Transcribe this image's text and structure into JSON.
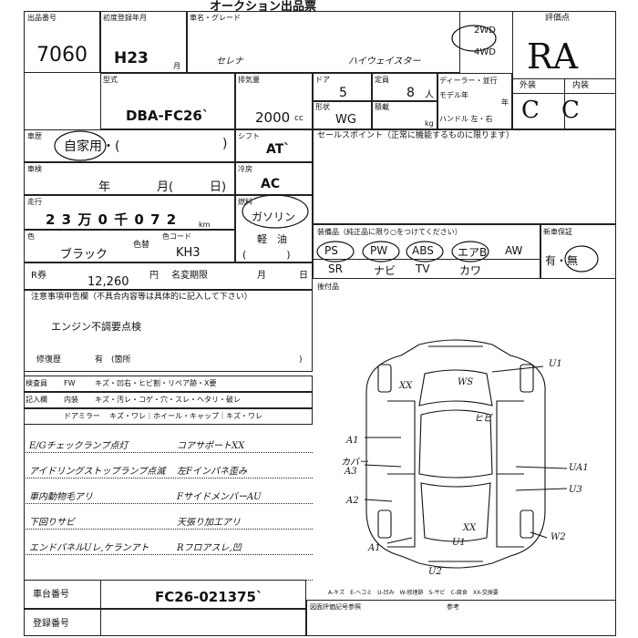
{
  "header": {
    "title_fragment": "オークション出品票"
  },
  "lot": {
    "label": "出品番号",
    "number": "7060"
  },
  "first_reg": {
    "label": "初度登録年月",
    "era_year": "H23",
    "month_unit": "月"
  },
  "model_name": {
    "label": "車名・グレード",
    "name": "セレナ",
    "grade": "ハイウェイスター"
  },
  "drive": {
    "two": "2WD",
    "four": "4WD"
  },
  "grade_box": {
    "label": "評価点",
    "score": "RA",
    "ext_label": "外装",
    "int_label": "内装",
    "ext": "C",
    "int": "C"
  },
  "model_code": {
    "label": "型式",
    "value": "DBA-FC26`"
  },
  "displacement": {
    "label": "排気量",
    "value": "2000",
    "unit": "cc"
  },
  "doors": {
    "label": "ドア",
    "value": "5"
  },
  "capacity": {
    "label": "定員",
    "value": "8",
    "unit": "人"
  },
  "dealer": {
    "label": "ディーラー・並行",
    "model_year": "モデル年",
    "year_unit": "年",
    "handle": "ハンドル 左・右"
  },
  "body_shape": {
    "label": "形状",
    "value": "WG"
  },
  "loading": {
    "label": "積載",
    "unit": "kg"
  },
  "usage": {
    "label": "車歴",
    "value": "自家用・(",
    "close": ")"
  },
  "shift": {
    "label": "シフト",
    "value": "AT`"
  },
  "sales_point": {
    "label": "セールスポイント（正常に機能するものに限ります）"
  },
  "inspection": {
    "label": "車検",
    "year": "年",
    "month": "月(",
    "day": "日)"
  },
  "ac": {
    "label": "冷房",
    "value": "AC"
  },
  "mileage": {
    "label": "走行",
    "value": "2 3 万 0 千 0 7 2",
    "unit": "km"
  },
  "fuel": {
    "label": "燃料",
    "value": "ガソリン",
    "diesel": "軽　油",
    "paren": "(　　　　)"
  },
  "color": {
    "label": "色",
    "value": "ブラック",
    "change_label": "色替",
    "code_label": "色コード",
    "code": "KH3"
  },
  "equipment": {
    "label": "装備品（純正品に限り○をつけてください）",
    "items": [
      "PS",
      "PW",
      "ABS",
      "エアB",
      "AW",
      "SR",
      "ナビ",
      "TV",
      "カワ"
    ]
  },
  "warranty": {
    "label": "新車保証",
    "value": "有・無"
  },
  "recycle": {
    "label": "R券",
    "value": "12,260",
    "unit": "円",
    "transfer_label": "名変期限",
    "month": "月",
    "day": "日"
  },
  "notes": {
    "label": "注意事項申告欄（不具合内容等は具体的に記入して下さい）",
    "text": "エンジン不調要点検"
  },
  "after_market": {
    "label": "後付品"
  },
  "repair": {
    "label": "修復歴",
    "value": "有　(箇所",
    "close": ")"
  },
  "inspector_rows": [
    {
      "key": "検査員",
      "sub": "FW",
      "text": "キズ・凹右・ヒビ割・リペア跡・X要"
    },
    {
      "key": "記入欄",
      "sub": "内装",
      "text": "キズ・汚レ・コゲ・穴・スレ・ヘタリ・破レ"
    },
    {
      "key": "",
      "sub": "ドアミラー",
      "text": "キズ・ワレ｜ホイール・キャップ｜キズ・ワレ"
    }
  ],
  "handwritten": [
    "E/Gチェックランプ点灯",
    "コアサポートXX",
    "アイドリングストップランプ点滅",
    "左Fインパネ歪み",
    "車内動物毛アリ",
    "FサイドメンバーAU",
    "下回りサビ",
    "天張り加工アリ",
    "エンドパネルUレ,ケランアト",
    "Rフロアスレ,凹"
  ],
  "chassis": {
    "label": "車台番号",
    "value": "FC26-021375`"
  },
  "registration": {
    "label": "登録番号"
  },
  "diagram": {
    "marks": [
      "XX",
      "WS",
      "U1",
      "ヒビ",
      "A1",
      "カバー",
      "A3",
      "A2",
      "UA1",
      "U3",
      "A1",
      "XX",
      "U1",
      "W2",
      "U2"
    ],
    "legend": "A-キズ　E-ヘコミ　U-凹み　W-修理跡　S-サビ　C-腐食　XX-交換要"
  },
  "footer": {
    "left": "図面評価記号参照",
    "right": "参考"
  }
}
